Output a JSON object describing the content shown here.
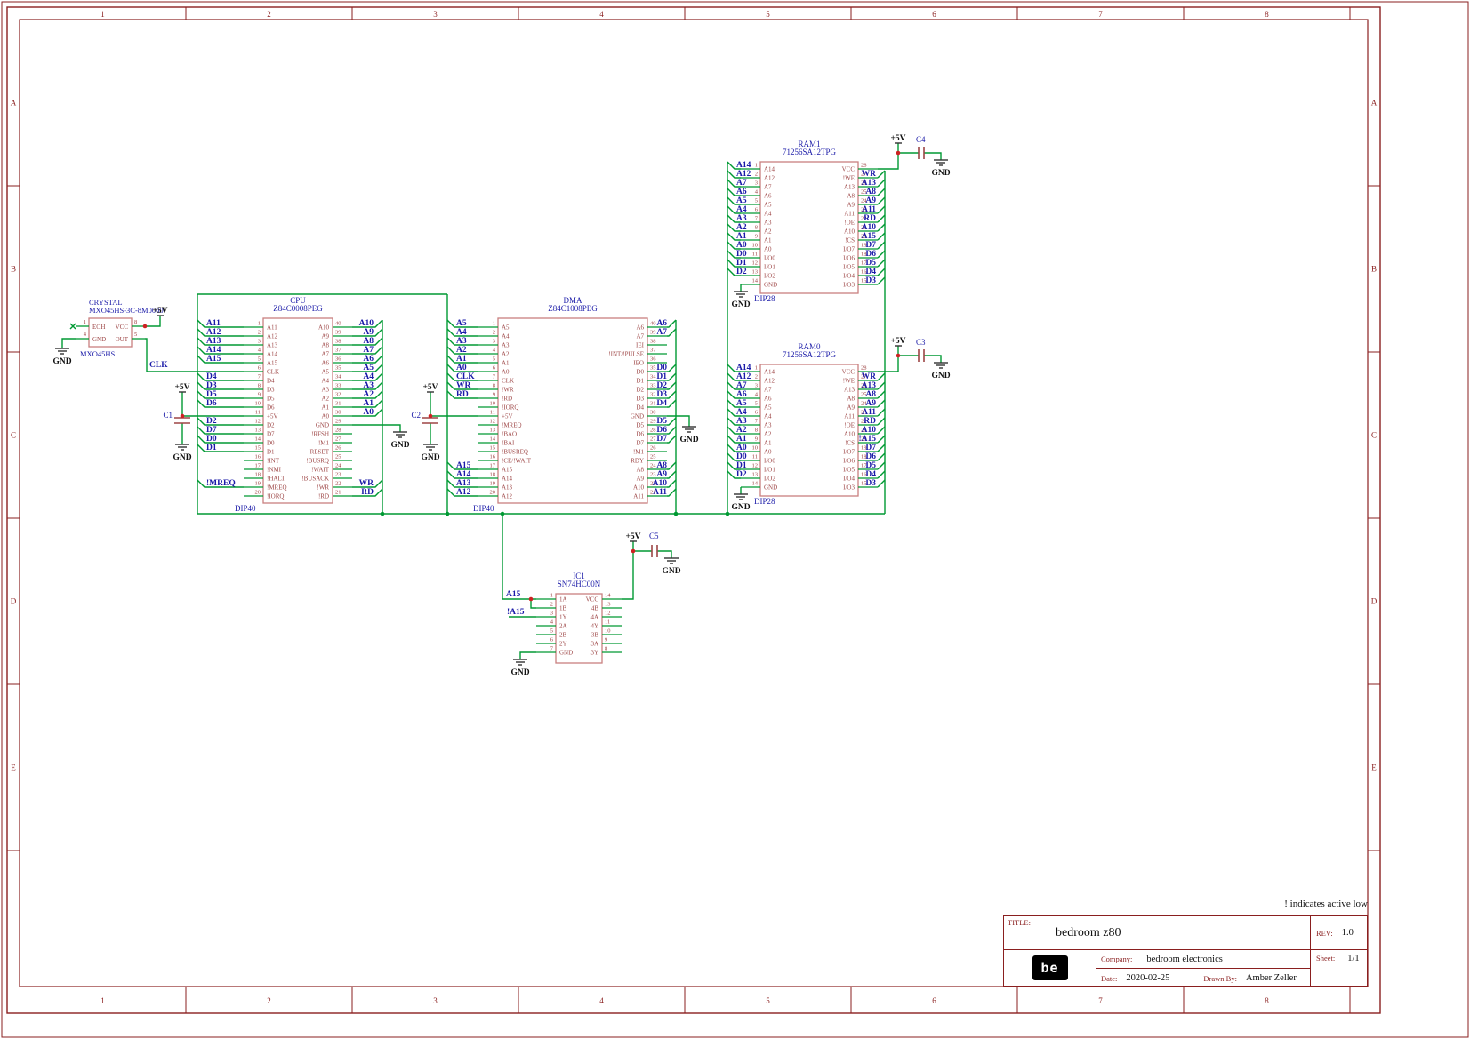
{
  "sheet": {
    "columns": [
      "1",
      "2",
      "3",
      "4",
      "5",
      "6",
      "7",
      "8"
    ],
    "rows": [
      "A",
      "B",
      "C",
      "D",
      "E"
    ]
  },
  "note": "! indicates active low",
  "title_block": {
    "title_label": "TITLE:",
    "title": "bedroom z80",
    "rev_label": "REV:",
    "rev": "1.0",
    "company_label": "Company:",
    "company": "bedroom electronics",
    "sheet_label": "Sheet:",
    "sheet": "1/1",
    "date_label": "Date:",
    "date": "2020-02-25",
    "drawn_by_label": "Drawn By:",
    "drawn_by": "Amber Zeller",
    "logo": "be"
  },
  "power": {
    "vcc_label": "+5V",
    "gnd_label": "GND"
  },
  "net_labels": [
    {
      "id": "clk-crystal",
      "text": "CLK"
    },
    {
      "id": "a15-ic1",
      "text": "A15"
    },
    {
      "id": "na15-ic1",
      "text": "!A15"
    }
  ],
  "capacitors": [
    {
      "ref": "C1"
    },
    {
      "ref": "C2"
    },
    {
      "ref": "C3"
    },
    {
      "ref": "C4"
    },
    {
      "ref": "C5"
    }
  ],
  "crystal": {
    "ref": "CRYSTAL",
    "part": "MXO45HS-3C-8M0000",
    "footprint": "MXO45HS",
    "pins": [
      {
        "num": "1",
        "name": "EOH"
      },
      {
        "num": "4",
        "name": "GND"
      },
      {
        "num": "8",
        "name": "VCC"
      },
      {
        "num": "5",
        "name": "OUT"
      }
    ]
  },
  "components": [
    {
      "id": "CPU",
      "ref": "CPU",
      "part": "Z84C0008PEG",
      "package": "DIP40",
      "left": [
        [
          "1",
          "A11",
          "A11"
        ],
        [
          "2",
          "A12",
          "A12"
        ],
        [
          "3",
          "A13",
          "A13"
        ],
        [
          "4",
          "A14",
          "A14"
        ],
        [
          "5",
          "A15",
          "A15"
        ],
        [
          "6",
          "CLK",
          ""
        ],
        [
          "7",
          "D4",
          "D4"
        ],
        [
          "8",
          "D3",
          "D3"
        ],
        [
          "9",
          "D5",
          "D5"
        ],
        [
          "10",
          "D6",
          "D6"
        ],
        [
          "11",
          "+5V",
          "#"
        ],
        [
          "12",
          "D2",
          "D2"
        ],
        [
          "13",
          "D7",
          "D7"
        ],
        [
          "14",
          "D0",
          "D0"
        ],
        [
          "15",
          "D1",
          "D1"
        ],
        [
          "16",
          "!INT",
          ""
        ],
        [
          "17",
          "!NMI",
          ""
        ],
        [
          "18",
          "!HALT",
          ""
        ],
        [
          "19",
          "!MREQ",
          "!MREQ"
        ],
        [
          "20",
          "!IORQ",
          ""
        ]
      ],
      "right": [
        [
          "40",
          "A10",
          "A10"
        ],
        [
          "39",
          "A9",
          "A9"
        ],
        [
          "38",
          "A8",
          "A8"
        ],
        [
          "37",
          "A7",
          "A7"
        ],
        [
          "36",
          "A6",
          "A6"
        ],
        [
          "35",
          "A5",
          "A5"
        ],
        [
          "34",
          "A4",
          "A4"
        ],
        [
          "33",
          "A3",
          "A3"
        ],
        [
          "32",
          "A2",
          "A2"
        ],
        [
          "31",
          "A1",
          "A1"
        ],
        [
          "30",
          "A0",
          "A0"
        ],
        [
          "29",
          "GND",
          "#"
        ],
        [
          "28",
          "!RFSH",
          ""
        ],
        [
          "27",
          "!M1",
          ""
        ],
        [
          "26",
          "!RESET",
          ""
        ],
        [
          "25",
          "!BUSRQ",
          ""
        ],
        [
          "24",
          "!WAIT",
          ""
        ],
        [
          "23",
          "!BUSACK",
          ""
        ],
        [
          "22",
          "!WR",
          "WR"
        ],
        [
          "21",
          "!RD",
          "RD"
        ]
      ]
    },
    {
      "id": "DMA",
      "ref": "DMA",
      "part": "Z84C1008PEG",
      "package": "DIP40",
      "left": [
        [
          "1",
          "A5",
          "A5"
        ],
        [
          "2",
          "A4",
          "A4"
        ],
        [
          "3",
          "A3",
          "A3"
        ],
        [
          "4",
          "A2",
          "A2"
        ],
        [
          "5",
          "A1",
          "A1"
        ],
        [
          "6",
          "A0",
          "A0"
        ],
        [
          "7",
          "CLK",
          "CLK"
        ],
        [
          "8",
          "!WR",
          "WR"
        ],
        [
          "9",
          "!RD",
          "RD"
        ],
        [
          "10",
          "!IORQ",
          ""
        ],
        [
          "11",
          "+5V",
          "#"
        ],
        [
          "12",
          "!MREQ",
          ""
        ],
        [
          "13",
          "!BAO",
          ""
        ],
        [
          "14",
          "!BAI",
          ""
        ],
        [
          "15",
          "!BUSREQ",
          ""
        ],
        [
          "16",
          "!CE/!WAIT",
          ""
        ],
        [
          "17",
          "A15",
          "A15"
        ],
        [
          "18",
          "A14",
          "A14"
        ],
        [
          "19",
          "A13",
          "A13"
        ],
        [
          "20",
          "A12",
          "A12"
        ]
      ],
      "right": [
        [
          "40",
          "A6",
          "A6"
        ],
        [
          "39",
          "A7",
          "A7"
        ],
        [
          "38",
          "IEI",
          ""
        ],
        [
          "37",
          "!INT/!PULSE",
          ""
        ],
        [
          "36",
          "IEO",
          ""
        ],
        [
          "35",
          "D0",
          "D0"
        ],
        [
          "34",
          "D1",
          "D1"
        ],
        [
          "33",
          "D2",
          "D2"
        ],
        [
          "32",
          "D3",
          "D3"
        ],
        [
          "31",
          "D4",
          "D4"
        ],
        [
          "30",
          "GND",
          "#"
        ],
        [
          "29",
          "D5",
          "D5"
        ],
        [
          "28",
          "D6",
          "D6"
        ],
        [
          "27",
          "D7",
          "D7"
        ],
        [
          "26",
          "!M1",
          ""
        ],
        [
          "25",
          "RDY",
          ""
        ],
        [
          "24",
          "A8",
          "A8"
        ],
        [
          "23",
          "A9",
          "A9"
        ],
        [
          "22",
          "A10",
          "A10"
        ],
        [
          "21",
          "A11",
          "A11"
        ]
      ]
    },
    {
      "id": "RAM1",
      "ref": "RAM1",
      "part": "71256SA12TPG",
      "package": "DIP28",
      "left": [
        [
          "1",
          "A14",
          "A14"
        ],
        [
          "2",
          "A12",
          "A12"
        ],
        [
          "3",
          "A7",
          "A7"
        ],
        [
          "4",
          "A6",
          "A6"
        ],
        [
          "5",
          "A5",
          "A5"
        ],
        [
          "6",
          "A4",
          "A4"
        ],
        [
          "7",
          "A3",
          "A3"
        ],
        [
          "8",
          "A2",
          "A2"
        ],
        [
          "9",
          "A1",
          "A1"
        ],
        [
          "10",
          "A0",
          "A0"
        ],
        [
          "11",
          "I/O0",
          "D0"
        ],
        [
          "12",
          "I/O1",
          "D1"
        ],
        [
          "13",
          "I/O2",
          "D2"
        ],
        [
          "14",
          "GND",
          "#"
        ]
      ],
      "right": [
        [
          "28",
          "VCC",
          "#"
        ],
        [
          "27",
          "!WE",
          "WR"
        ],
        [
          "26",
          "A13",
          "A13"
        ],
        [
          "25",
          "A8",
          "A8"
        ],
        [
          "24",
          "A9",
          "A9"
        ],
        [
          "23",
          "A11",
          "A11"
        ],
        [
          "22",
          "!OE",
          "RD"
        ],
        [
          "21",
          "A10",
          "A10"
        ],
        [
          "20",
          "!CS",
          "A15"
        ],
        [
          "19",
          "I/O7",
          "D7"
        ],
        [
          "18",
          "I/O6",
          "D6"
        ],
        [
          "17",
          "I/O5",
          "D5"
        ],
        [
          "16",
          "I/O4",
          "D4"
        ],
        [
          "15",
          "I/O3",
          "D3"
        ]
      ]
    },
    {
      "id": "RAM0",
      "ref": "RAM0",
      "part": "71256SA12TPG",
      "package": "DIP28",
      "left": [
        [
          "1",
          "A14",
          "A14"
        ],
        [
          "2",
          "A12",
          "A12"
        ],
        [
          "3",
          "A7",
          "A7"
        ],
        [
          "4",
          "A6",
          "A6"
        ],
        [
          "5",
          "A5",
          "A5"
        ],
        [
          "6",
          "A4",
          "A4"
        ],
        [
          "7",
          "A3",
          "A3"
        ],
        [
          "8",
          "A2",
          "A2"
        ],
        [
          "9",
          "A1",
          "A1"
        ],
        [
          "10",
          "A0",
          "A0"
        ],
        [
          "11",
          "I/O0",
          "D0"
        ],
        [
          "12",
          "I/O1",
          "D1"
        ],
        [
          "13",
          "I/O2",
          "D2"
        ],
        [
          "14",
          "GND",
          "#"
        ]
      ],
      "right": [
        [
          "28",
          "VCC",
          "#"
        ],
        [
          "27",
          "!WE",
          "WR"
        ],
        [
          "26",
          "A13",
          "A13"
        ],
        [
          "25",
          "A8",
          "A8"
        ],
        [
          "24",
          "A9",
          "A9"
        ],
        [
          "23",
          "A11",
          "A11"
        ],
        [
          "22",
          "!OE",
          "RD"
        ],
        [
          "21",
          "A10",
          "A10"
        ],
        [
          "20",
          "!CS",
          "!A15"
        ],
        [
          "19",
          "I/O7",
          "D7"
        ],
        [
          "18",
          "I/O6",
          "D6"
        ],
        [
          "17",
          "I/O5",
          "D5"
        ],
        [
          "16",
          "I/O4",
          "D4"
        ],
        [
          "15",
          "I/O3",
          "D3"
        ]
      ]
    },
    {
      "id": "IC1",
      "ref": "IC1",
      "part": "SN74HC00N",
      "package": "",
      "left": [
        [
          "1",
          "1A",
          "#"
        ],
        [
          "2",
          "1B",
          "#"
        ],
        [
          "3",
          "1Y",
          "#"
        ],
        [
          "4",
          "2A",
          ""
        ],
        [
          "5",
          "2B",
          ""
        ],
        [
          "6",
          "2Y",
          ""
        ],
        [
          "7",
          "GND",
          "#"
        ]
      ],
      "right": [
        [
          "14",
          "VCC",
          "#"
        ],
        [
          "13",
          "4B",
          ""
        ],
        [
          "12",
          "4A",
          ""
        ],
        [
          "11",
          "4Y",
          ""
        ],
        [
          "10",
          "3B",
          ""
        ],
        [
          "9",
          "3A",
          ""
        ],
        [
          "8",
          "3Y",
          ""
        ]
      ]
    }
  ]
}
